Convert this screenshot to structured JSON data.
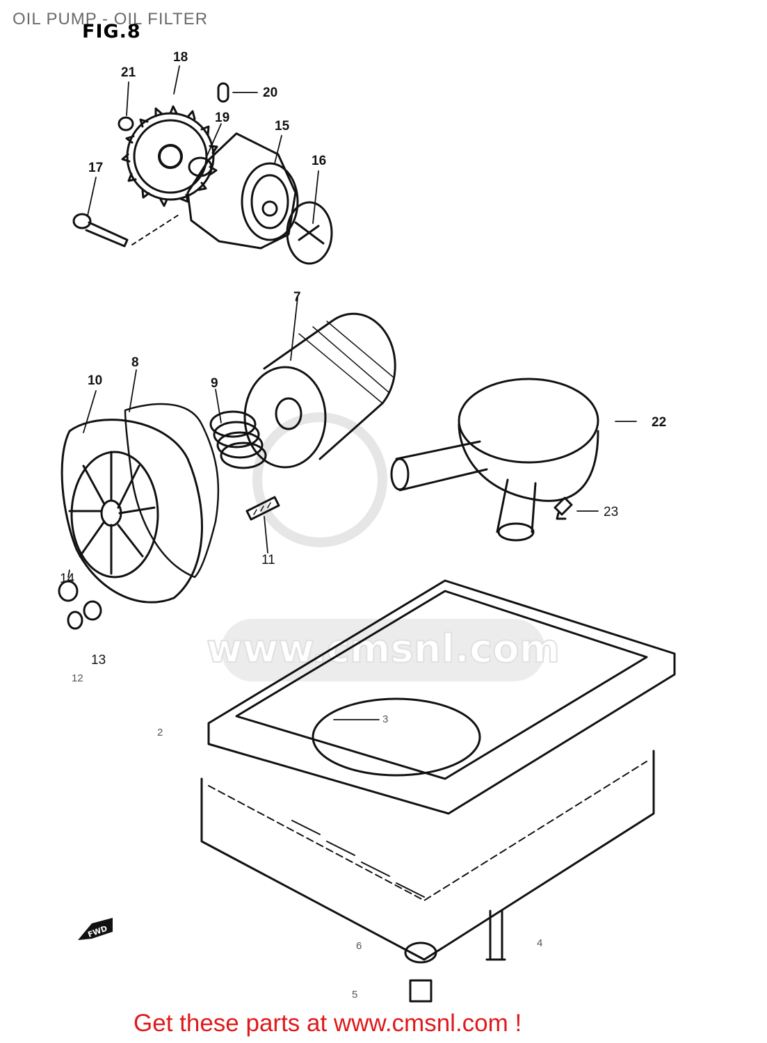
{
  "header": {
    "title": "OIL PUMP - OIL FILTER",
    "figure": "FIG.8"
  },
  "callouts": [
    {
      "id": "2",
      "label": "2"
    },
    {
      "id": "3",
      "label": "3"
    },
    {
      "id": "4",
      "label": "4"
    },
    {
      "id": "5",
      "label": "5"
    },
    {
      "id": "6",
      "label": "6"
    },
    {
      "id": "7",
      "label": "7"
    },
    {
      "id": "8",
      "label": "8"
    },
    {
      "id": "9",
      "label": "9"
    },
    {
      "id": "10",
      "label": "10"
    },
    {
      "id": "11",
      "label": "11"
    },
    {
      "id": "12",
      "label": "12"
    },
    {
      "id": "13",
      "label": "13"
    },
    {
      "id": "14",
      "label": "14"
    },
    {
      "id": "15",
      "label": "15"
    },
    {
      "id": "16",
      "label": "16"
    },
    {
      "id": "17",
      "label": "17"
    },
    {
      "id": "18",
      "label": "18"
    },
    {
      "id": "19",
      "label": "19"
    },
    {
      "id": "20",
      "label": "20"
    },
    {
      "id": "21",
      "label": "21"
    },
    {
      "id": "22",
      "label": "22"
    },
    {
      "id": "23",
      "label": "23"
    }
  ],
  "fwd_marker": "FWD",
  "watermark": "www.cmsnl.com",
  "footer": {
    "cta": "Get these parts at www.cmsnl.com !"
  },
  "colors": {
    "line": "#111111",
    "footer_text": "#e0181b",
    "watermark": "#e4e4e4"
  }
}
